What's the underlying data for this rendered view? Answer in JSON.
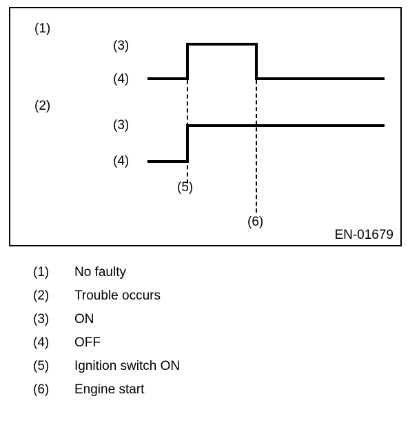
{
  "figure": {
    "code": "EN-01679",
    "groups": [
      {
        "key": "(1)",
        "meaning": "No faulty"
      },
      {
        "key": "(2)",
        "meaning": "Trouble occurs"
      }
    ],
    "level_labels": {
      "on": "(3)",
      "off": "(4)"
    },
    "event_markers": [
      {
        "key": "(5)",
        "meaning": "Ignition switch ON"
      },
      {
        "key": "(6)",
        "meaning": "Engine start"
      }
    ],
    "waveforms": [
      {
        "name": "no-faulty-signal",
        "group_key": "(1)",
        "on_label": "(3)",
        "off_label": "(4)",
        "description": "Pulse: OFF, turns ON at ignition switch ON, returns OFF at engine start, stays OFF"
      },
      {
        "name": "trouble-occurs-signal",
        "group_key": "(2)",
        "on_label": "(3)",
        "off_label": "(4)",
        "description": "Step: OFF, turns ON at ignition switch ON, remains ON through engine start"
      }
    ]
  },
  "legend": {
    "items": [
      {
        "key": "(1)",
        "text": "No faulty"
      },
      {
        "key": "(2)",
        "text": "Trouble occurs"
      },
      {
        "key": "(3)",
        "text": "ON"
      },
      {
        "key": "(4)",
        "text": "OFF"
      },
      {
        "key": "(5)",
        "text": "Ignition switch ON"
      },
      {
        "key": "(6)",
        "text": "Engine start"
      }
    ]
  },
  "colors": {
    "ink": "#000000",
    "paper": "#ffffff"
  }
}
